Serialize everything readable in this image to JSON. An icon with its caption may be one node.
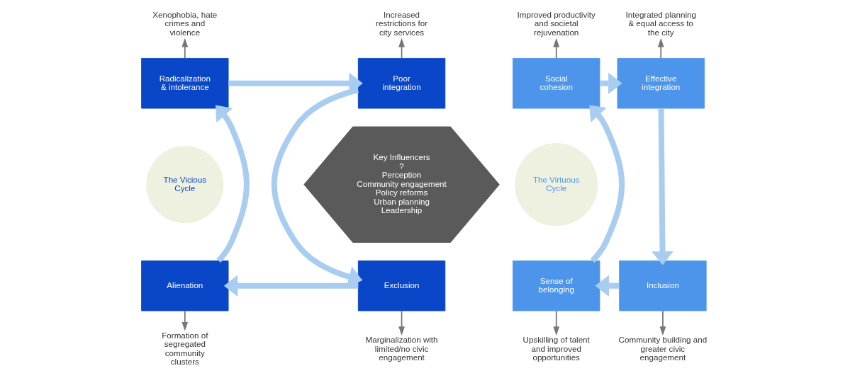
{
  "diagram": {
    "nodes": [
      {
        "text": [
          "The Vicious Cycle"
        ]
      },
      {
        "text": [
          "Radicalization & intolerance"
        ]
      },
      {
        "text": [
          "Poor integration"
        ]
      },
      {
        "text": [
          "Alienation"
        ]
      },
      {
        "text": [
          "Exclusion"
        ]
      },
      {
        "text": [
          "Xenophobia, hate crimes and violence"
        ]
      },
      {
        "text": [
          "Increased restrictions for city services"
        ]
      },
      {
        "text": [
          "Formation of segregated community clusters"
        ]
      },
      {
        "text": [
          "Marginalization with limited/no civic engagement"
        ]
      },
      {
        "text": [
          "Key Influencers",
          "?",
          "Perception",
          "Community engagement",
          "Policy reforms",
          "Urban planning",
          "Leadership"
        ]
      },
      {
        "text": [
          "The Virtuous Cycle"
        ]
      },
      {
        "text": [
          "Social cohesion"
        ]
      },
      {
        "text": [
          "Effective integration"
        ]
      },
      {
        "text": [
          "Sense of belonging"
        ]
      },
      {
        "text": [
          "Inclusion"
        ]
      },
      {
        "text": [
          "Improved productivity and societal rejuvenation"
        ]
      },
      {
        "text": [
          "Integrated planning & equal access to the city"
        ]
      },
      {
        "text": [
          "Upskilling of talent and improved opportunities"
        ]
      },
      {
        "text": [
          "Community building and greater civic engagement"
        ]
      }
    ],
    "edges": [
      {
        "from": 1,
        "to": 5,
        "arrow": "to",
        "color": "#777777"
      },
      {
        "from": 2,
        "to": 6,
        "arrow": "to",
        "color": "#777777"
      },
      {
        "from": 3,
        "to": 7,
        "arrow": "to",
        "color": "#777777"
      },
      {
        "from": 4,
        "to": 8,
        "arrow": "to",
        "color": "#777777"
      },
      {
        "from": 1,
        "to": 2,
        "arrow": "to",
        "style": "thick",
        "color": "#a9cdf0"
      },
      {
        "from": 2,
        "to": 4,
        "arrow": "to",
        "style": "thick",
        "color": "#a9cdf0"
      },
      {
        "from": 4,
        "to": 3,
        "arrow": "to",
        "style": "thick",
        "color": "#a9cdf0"
      },
      {
        "from": 3,
        "to": 1,
        "arrow": "to",
        "style": "thick",
        "color": "#a9cdf0"
      },
      {
        "from": 11,
        "to": 15,
        "arrow": "to",
        "color": "#777777"
      },
      {
        "from": 12,
        "to": 16,
        "arrow": "to",
        "color": "#777777"
      },
      {
        "from": 13,
        "to": 17,
        "arrow": "to",
        "color": "#777777"
      },
      {
        "from": 14,
        "to": 18,
        "arrow": "to",
        "color": "#777777"
      },
      {
        "from": 11,
        "to": 12,
        "arrow": "to",
        "style": "thick",
        "color": "#a9cdf0"
      },
      {
        "from": 12,
        "to": 14,
        "arrow": "to",
        "style": "thick",
        "color": "#a9cdf0"
      },
      {
        "from": 14,
        "to": 13,
        "arrow": "to",
        "style": "thick",
        "color": "#a9cdf0"
      },
      {
        "from": 13,
        "to": 11,
        "arrow": "to",
        "style": "thick",
        "color": "#a9cdf0"
      }
    ]
  }
}
